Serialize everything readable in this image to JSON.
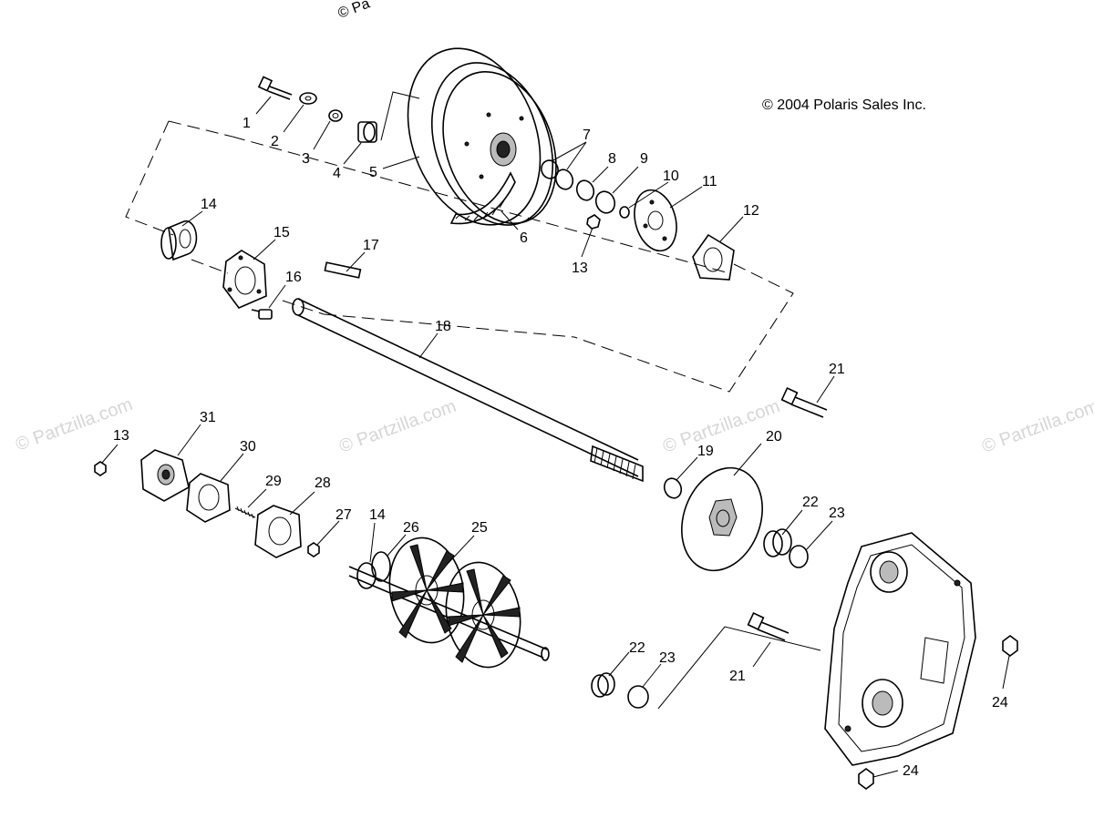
{
  "copyright": "© 2004 Polaris Sales Inc.",
  "watermark_text": "© Partzilla.com",
  "top_watermark": "© Pa",
  "callouts": [
    "1",
    "2",
    "3",
    "4",
    "5",
    "6",
    "7",
    "8",
    "9",
    "10",
    "11",
    "12",
    "13",
    "14",
    "15",
    "16",
    "17",
    "18",
    "21",
    "13",
    "31",
    "30",
    "29",
    "28",
    "27",
    "14",
    "26",
    "25",
    "19",
    "20",
    "22",
    "23",
    "22",
    "23",
    "21",
    "24",
    "24"
  ]
}
